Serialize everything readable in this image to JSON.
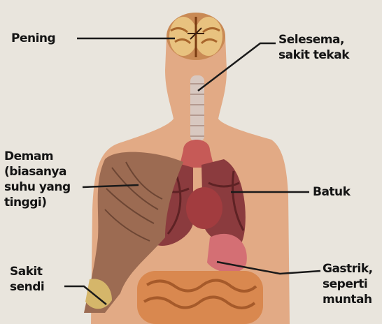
{
  "labels": {
    "pening": "Pening",
    "selesema": [
      "Selesema,",
      "sakit tekak"
    ],
    "demam": [
      "Demam",
      "(biasanya",
      "suhu yang",
      "tinggi)"
    ],
    "batuk": "Batuk",
    "sakit_sendi": [
      "Sakit",
      "sendi"
    ],
    "gastrik": [
      "Gastrik,",
      "seperti",
      "muntah"
    ]
  },
  "colors": {
    "background": "#e9e5dd",
    "body": "#e2aa85",
    "text": "#141414"
  }
}
